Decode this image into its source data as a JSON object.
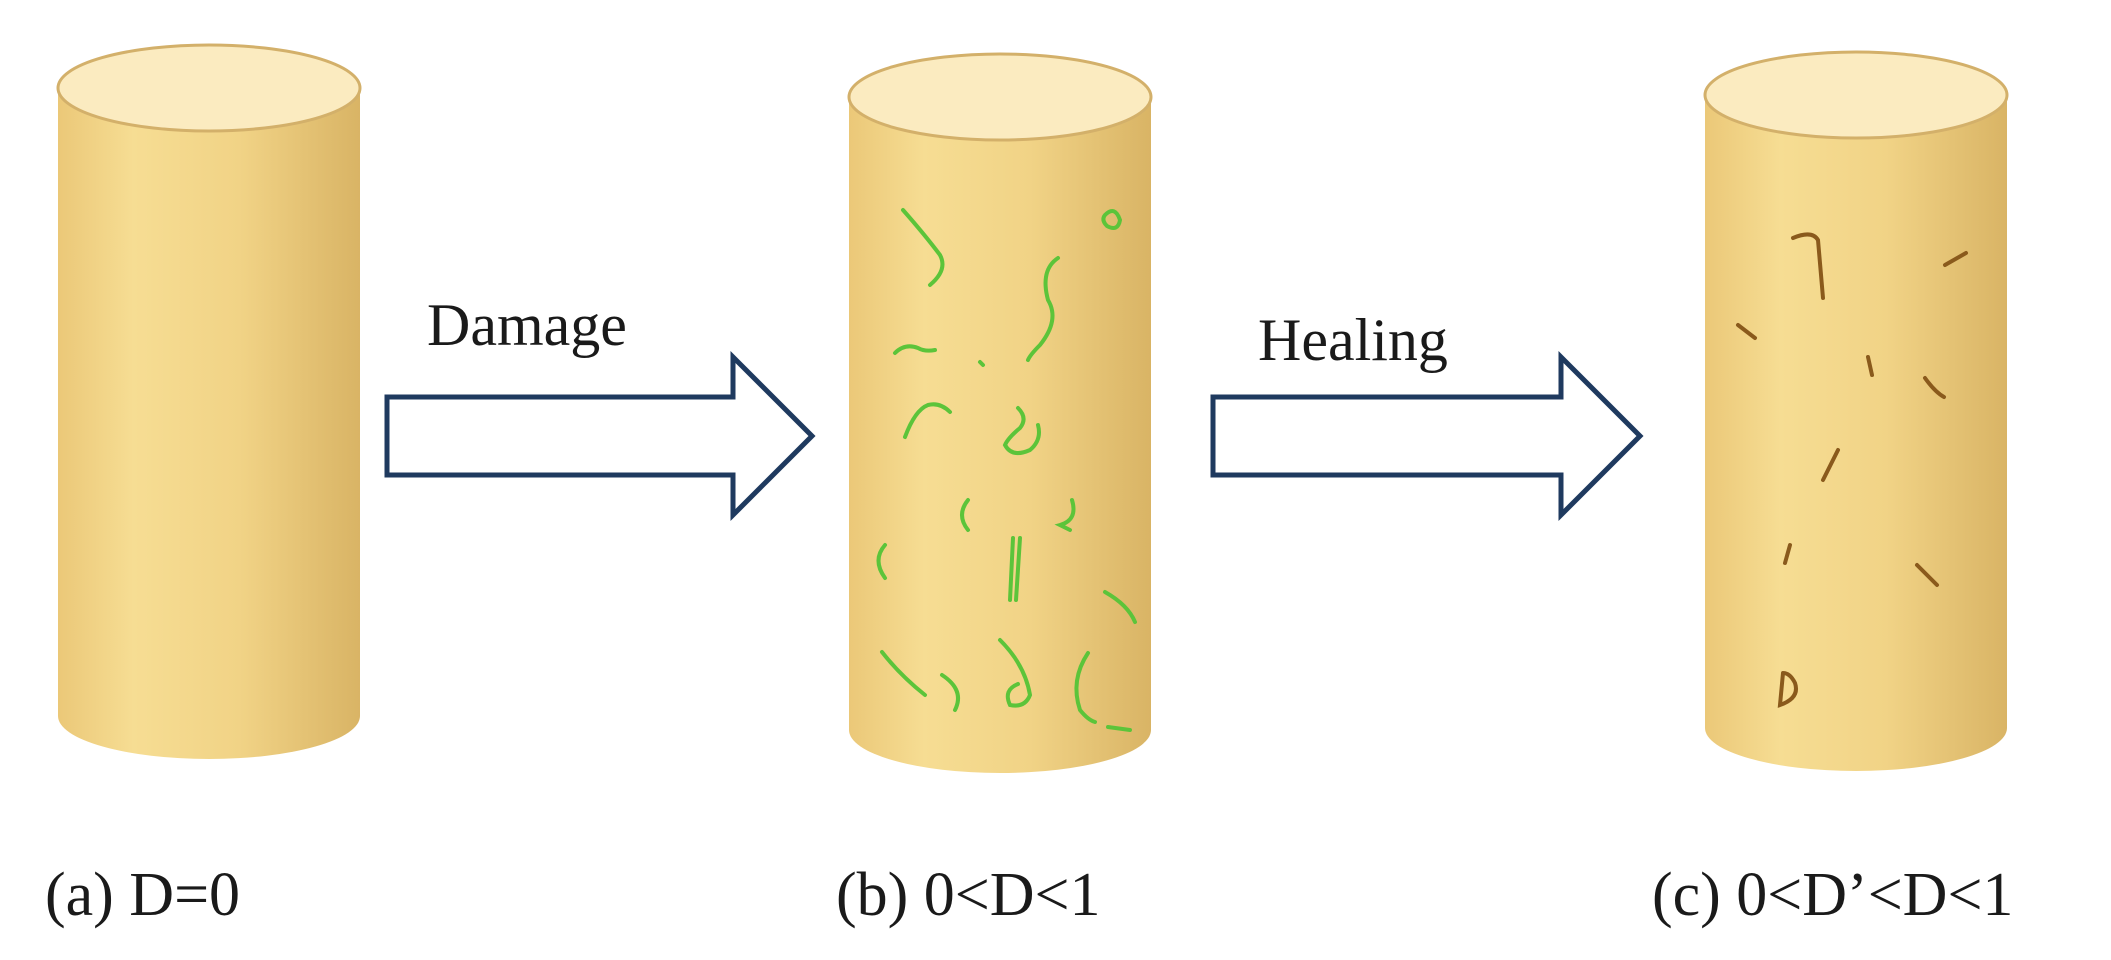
{
  "arrows": [
    {
      "label": "Damage"
    },
    {
      "label": "Healing"
    }
  ],
  "captions": [
    {
      "text": "(a) D=0"
    },
    {
      "text": "(b) 0<D<1"
    },
    {
      "text": "(c) 0<D’<D<1"
    }
  ],
  "colors": {
    "cylinder_body": "#f3d889",
    "cylinder_top": "#fbebc0",
    "cylinder_edge": "#d1ad61",
    "arrow_outline": "#1f3a5f",
    "crack_damage": "#5cc43a",
    "crack_healed": "#8a5a1c"
  }
}
